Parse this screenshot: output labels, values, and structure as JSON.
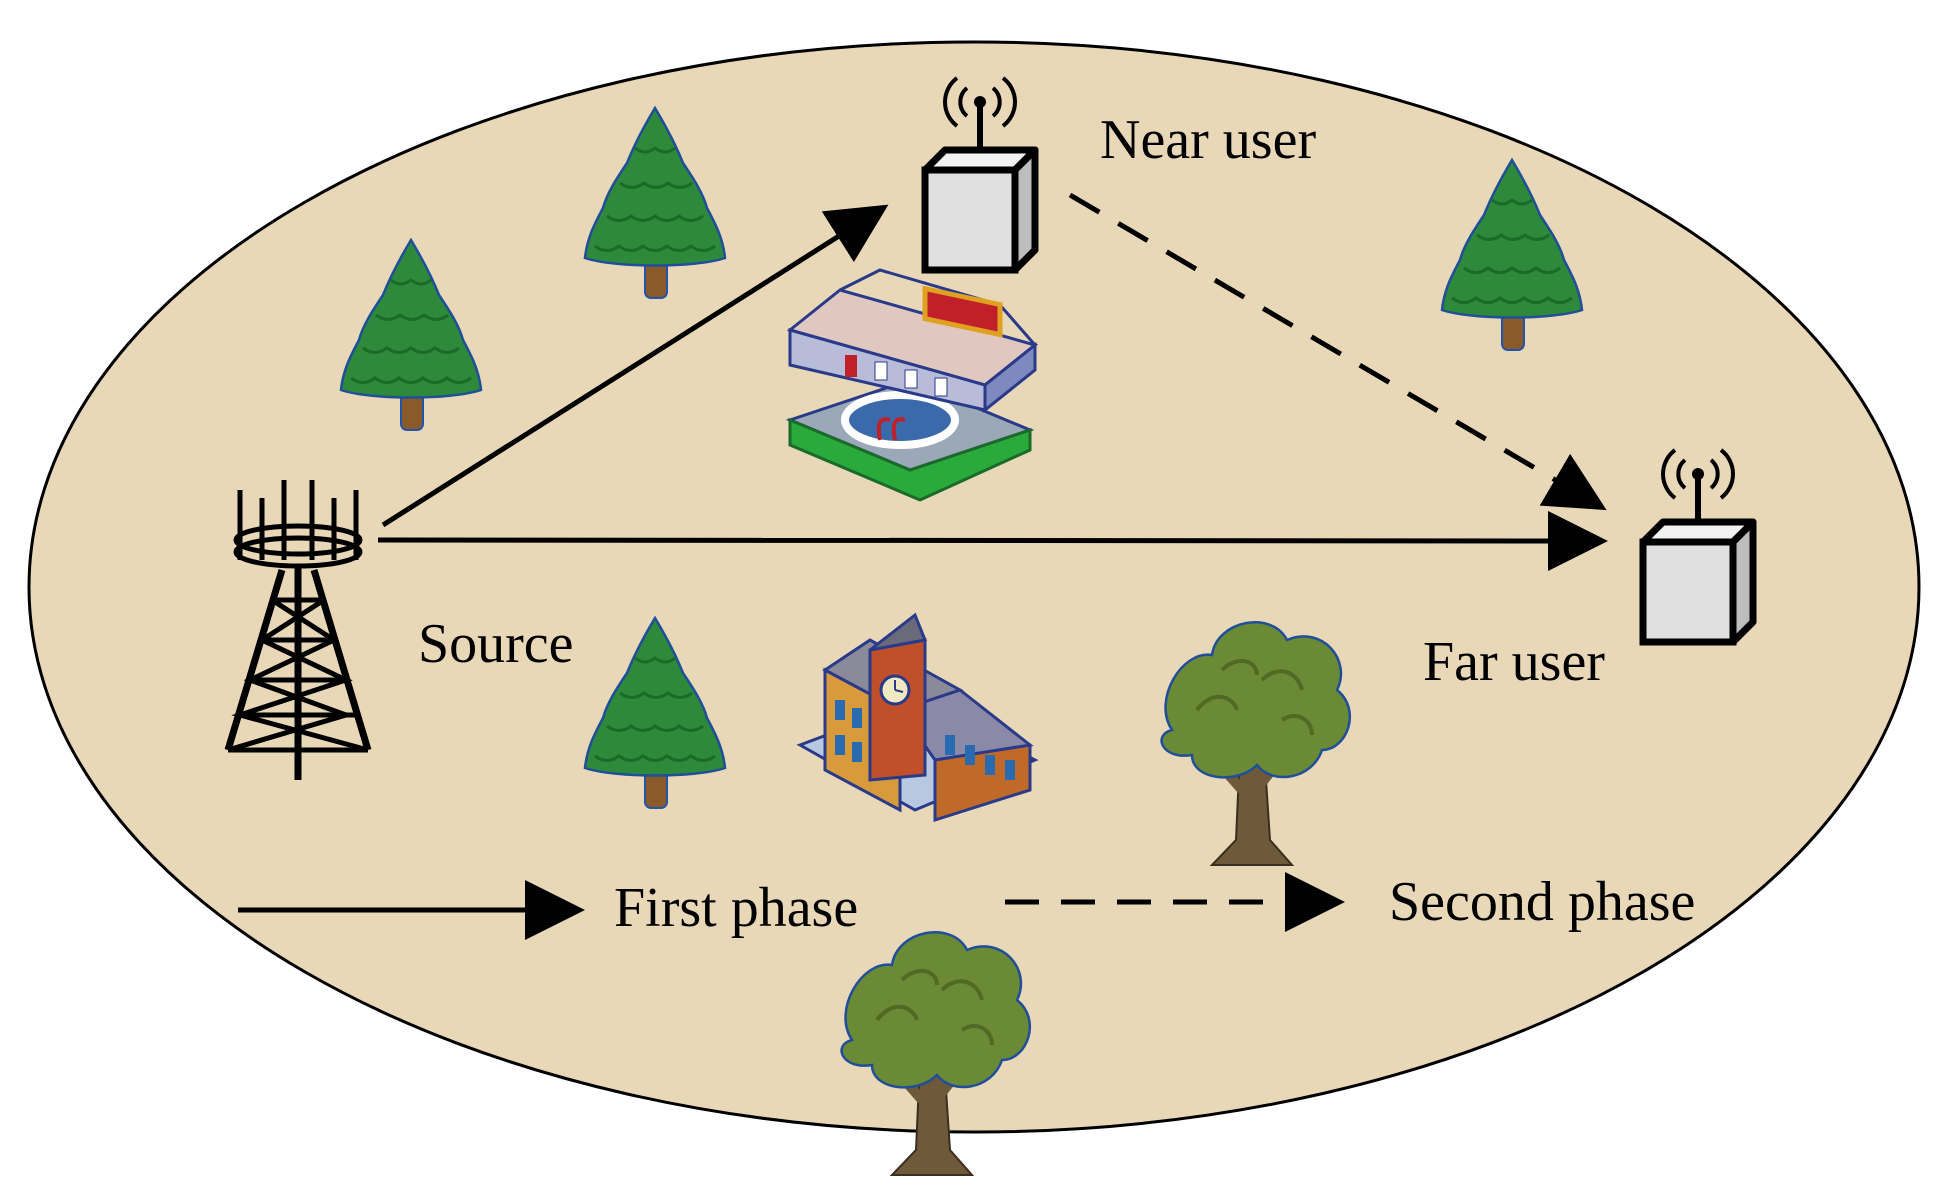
{
  "labels": {
    "near_user": "Near user",
    "source": "Source",
    "far_user": "Far user"
  },
  "legend": {
    "first_phase": "First phase",
    "second_phase": "Second phase"
  },
  "colors": {
    "background_ellipse": "#e8d8b8",
    "pine_green": "#2e8a3a",
    "oak_green": "#6b8a35",
    "trunk": "#8a5a2a",
    "arrow": "#000000"
  }
}
